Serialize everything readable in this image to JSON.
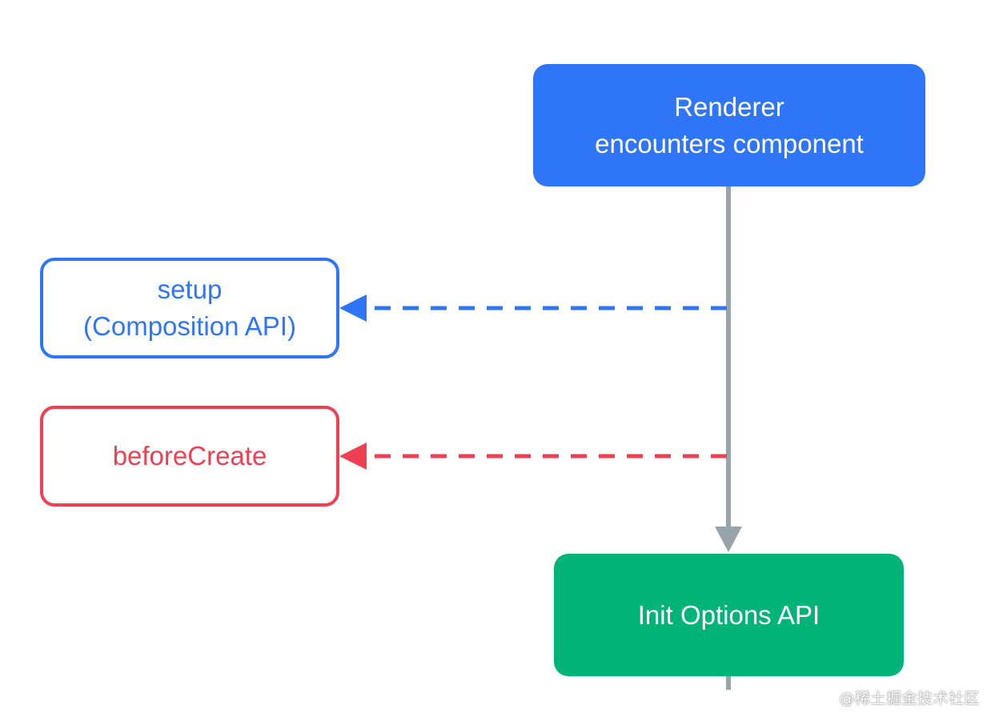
{
  "colors": {
    "renderer": "#2f75f7",
    "setup": "#2f75f7",
    "before_create": "#ef3f52",
    "init": "#00b377",
    "flow_line": "#97a4ab"
  },
  "nodes": {
    "renderer": {
      "line1": "Renderer",
      "line2": "encounters component"
    },
    "setup": {
      "line1": "setup",
      "line2": "(Composition API)"
    },
    "before_create": {
      "label": "beforeCreate"
    },
    "init": {
      "label": "Init Options API"
    }
  },
  "watermark": "@稀土掘金技术社区"
}
